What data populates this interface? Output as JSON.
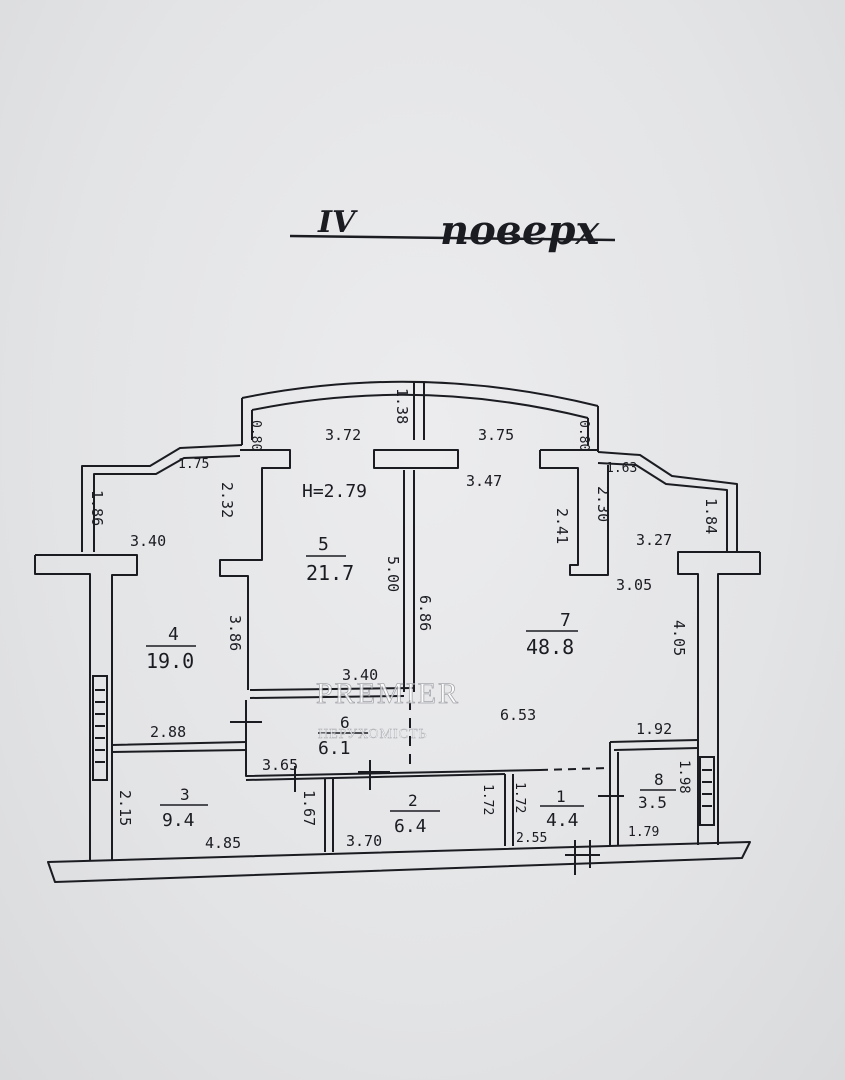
{
  "title": {
    "floor_number": "IV",
    "floor_word": "поверх"
  },
  "ceiling_height": "H=2.79",
  "rooms": [
    {
      "number": "1",
      "area": "4.4"
    },
    {
      "number": "2",
      "area": "6.4"
    },
    {
      "number": "3",
      "area": "9.4"
    },
    {
      "number": "4",
      "area": "19.0"
    },
    {
      "number": "5",
      "area": "21.7"
    },
    {
      "number": "6",
      "area": "6.1"
    },
    {
      "number": "7",
      "area": "48.8"
    },
    {
      "number": "8",
      "area": "3.5"
    }
  ],
  "dimensions": {
    "d_080_left": "0.80",
    "d_372": "3.72",
    "d_138": "1.38",
    "d_375": "3.75",
    "d_080_right": "0.80",
    "d_175": "1.75",
    "d_232": "2.32",
    "d_347": "3.47",
    "d_163": "1.63",
    "d_186": "1.86",
    "d_340_top": "3.40",
    "d_241": "2.41",
    "d_230": "2.30",
    "d_184": "1.84",
    "d_327": "3.27",
    "d_500": "5.00",
    "d_686": "6.86",
    "d_305": "3.05",
    "d_386": "3.86",
    "d_405": "4.05",
    "d_340_mid": "3.40",
    "d_653": "6.53",
    "d_288": "2.88",
    "d_192": "1.92",
    "d_365": "3.65",
    "d_215": "2.15",
    "d_167": "1.67",
    "d_172_a": "1.72",
    "d_172_b": "1.72",
    "d_198": "1.98",
    "d_485": "4.85",
    "d_370": "3.70",
    "d_255": "2.55",
    "d_179": "1.79"
  },
  "watermark": {
    "brand": "PREMIER",
    "subtitle": "НЕРУХОМІСТЬ"
  }
}
